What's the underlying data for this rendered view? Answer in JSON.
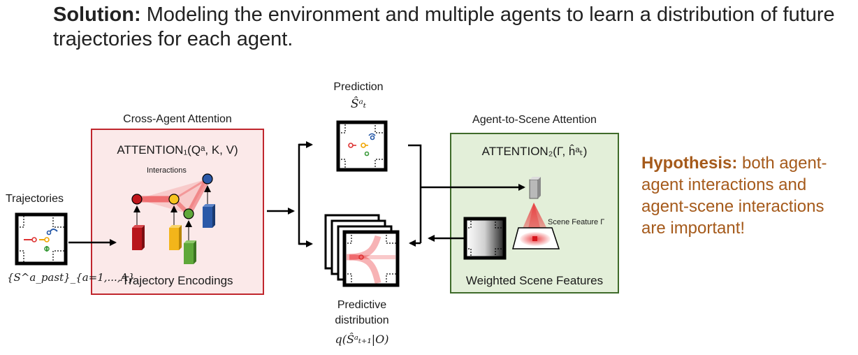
{
  "headline": {
    "bold": "Solution:",
    "text": " Modeling the environment and multiple agents to learn a distribution of future trajectories for each agent."
  },
  "left": {
    "title": "Trajectories",
    "math_label": "{S^a_past}_{a=1,...,A}"
  },
  "cross_agent": {
    "title": "Cross-Agent Attention",
    "formula": "ATTENTION₁(Qᵃ, K, V)",
    "interactions_label": "Interactions",
    "footer": "Trajectory Encodings",
    "border_color": "#c0262d"
  },
  "prediction": {
    "title": "Prediction",
    "math": "Ŝᵃₜ"
  },
  "predictive": {
    "line1": "Predictive",
    "line2": "distribution",
    "math": "q(Ŝᵃₜ₊₁|O)"
  },
  "agent_scene": {
    "title": "Agent-to-Scene Attention",
    "formula": "ATTENTION₂(Γ, ĥᵃₜ)",
    "scene_feature": "Scene Feature Γ",
    "footer": "Weighted Scene Features",
    "border_color": "#3f6b2a"
  },
  "hypothesis": {
    "bold": "Hypothesis:",
    "text": " both agent-agent interactions and agent-scene interactions are important!",
    "color": "#a55a1b"
  }
}
